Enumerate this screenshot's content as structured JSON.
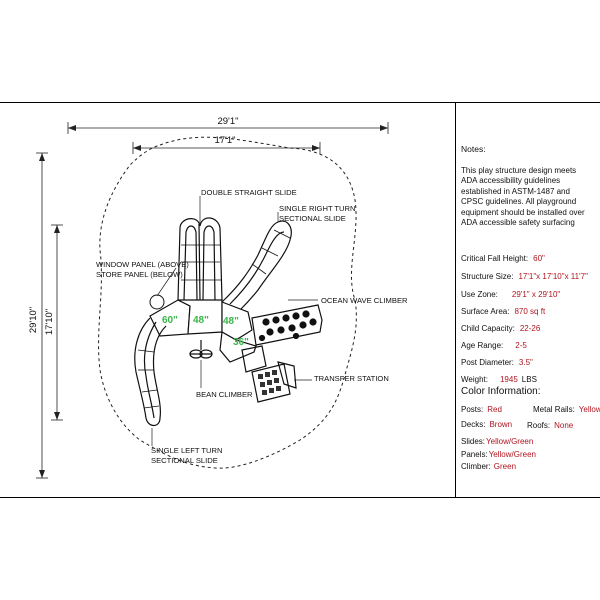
{
  "dimensions": {
    "overall_width": "29'1\"",
    "structure_width": "17'1\"",
    "overall_depth": "29'10\"",
    "structure_depth": "17'10\""
  },
  "components": {
    "double_straight_slide": "DOUBLE STRAIGHT SLIDE",
    "single_right_turn_line1": "SINGLE RIGHT TURN",
    "single_right_turn_line2": "SECTIONAL SLIDE",
    "window_panel": "WINDOW PANEL (ABOVE)",
    "store_panel": "STORE PANEL (BELOW)",
    "ocean_wave_climber": "OCEAN WAVE CLIMBER",
    "transfer_station": "TRANSFER STATION",
    "bean_climber": "BEAN CLIMBER",
    "single_left_turn_line1": "SINGLE LEFT TURN",
    "single_left_turn_line2": "SECTIONAL SLIDE"
  },
  "deck_heights": {
    "a": "60\"",
    "b": "48\"",
    "c": "48\"",
    "d": "36\""
  },
  "notes": {
    "title": "Notes:",
    "body": "This play structure design meets ADA accessibility guidelines established in ASTM-1487 and CPSC guidelines. All playground equipment should be installed over ADA accessible safety surfacing"
  },
  "specs": [
    {
      "label": "Critical Fall Height:",
      "value": "60\"",
      "unit": ""
    },
    {
      "label": "Structure Size:",
      "value": "17'1\"x 17'10\"x 11'7\"",
      "unit": ""
    },
    {
      "label": "Use Zone:",
      "value": "29'1\" x 29'10\"",
      "unit": ""
    },
    {
      "label": "Surface Area:",
      "value": "870 sq ft",
      "unit": ""
    },
    {
      "label": "Child Capacity:",
      "value": "22-26",
      "unit": ""
    },
    {
      "label": "Age Range:",
      "value": "2-5",
      "unit": ""
    },
    {
      "label": "Post Diameter:",
      "value": "3.5\"",
      "unit": ""
    },
    {
      "label": "Weight:",
      "value": "1945",
      "unit": "LBS"
    }
  ],
  "color_info": {
    "heading": "Color Information:",
    "posts_label": "Posts:",
    "posts_value": "Red",
    "metal_rails_label": "Metal Rails:",
    "metal_rails_value": "Yellow",
    "decks_label": "Decks:",
    "decks_value": "Brown",
    "roofs_label": "Roofs:",
    "roofs_value": "None",
    "slides_label": "Slides:",
    "slides_value": "Yellow/Green",
    "panels_label": "Panels:",
    "panels_value": "Yellow/Green",
    "climber_label": "Climber:",
    "climber_value": "Green"
  },
  "colors": {
    "value_text": "#b0141e",
    "deck_height_text": "#39b54a"
  }
}
